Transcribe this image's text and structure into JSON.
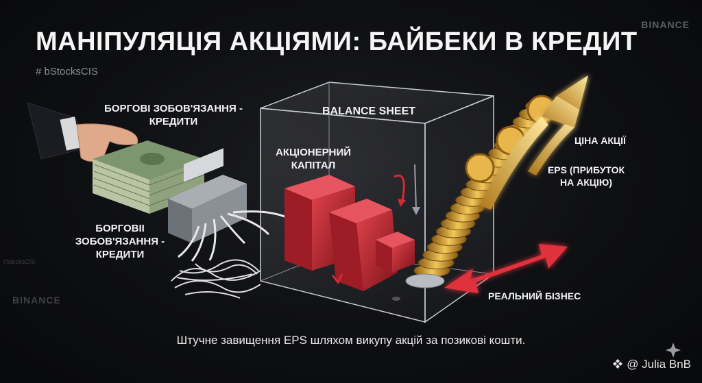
{
  "title": "МАНІПУЛЯЦІЯ АКЦІЯМИ: БАЙБЕКИ В КРЕДИТ",
  "hashtag": "# bStocksCIS",
  "brand_top": "BINANCE",
  "brand_left": "BINANCE",
  "side_tag": "#StocksCIS",
  "labels": {
    "debt_top": "БОРГОВІ ЗОБОВ'ЯЗАННЯ - КРЕДИТИ",
    "debt_bottom": "БОРГОВІІ ЗОБОВ'ЯЗАННЯ - КРЕДИТИ",
    "balance_sheet": "BALANCE SHEET",
    "equity": "АКЦІОНЕРНИЙ КАПІТАЛ",
    "share_price": "ЦІНА АКЦІЇ",
    "eps": "EPS (ПРИБУТОК НА АКЦІЮ)",
    "real_business": "РЕАЛЬНИЙ БІЗНЕС"
  },
  "caption": "Штучне завищення EPS шляхом викупу акцій за позикові кошти.",
  "watermark": "@ Julia BnB",
  "colors": {
    "accent_red": "#d42a36",
    "gold": "#d9a93a",
    "background": "#0e0f12"
  },
  "icons": [
    "hand-icon",
    "cash-stack-icon",
    "shredder-icon",
    "coin-stack-icon",
    "up-arrow-icon",
    "double-arrow-icon",
    "binance-logo-icon"
  ]
}
